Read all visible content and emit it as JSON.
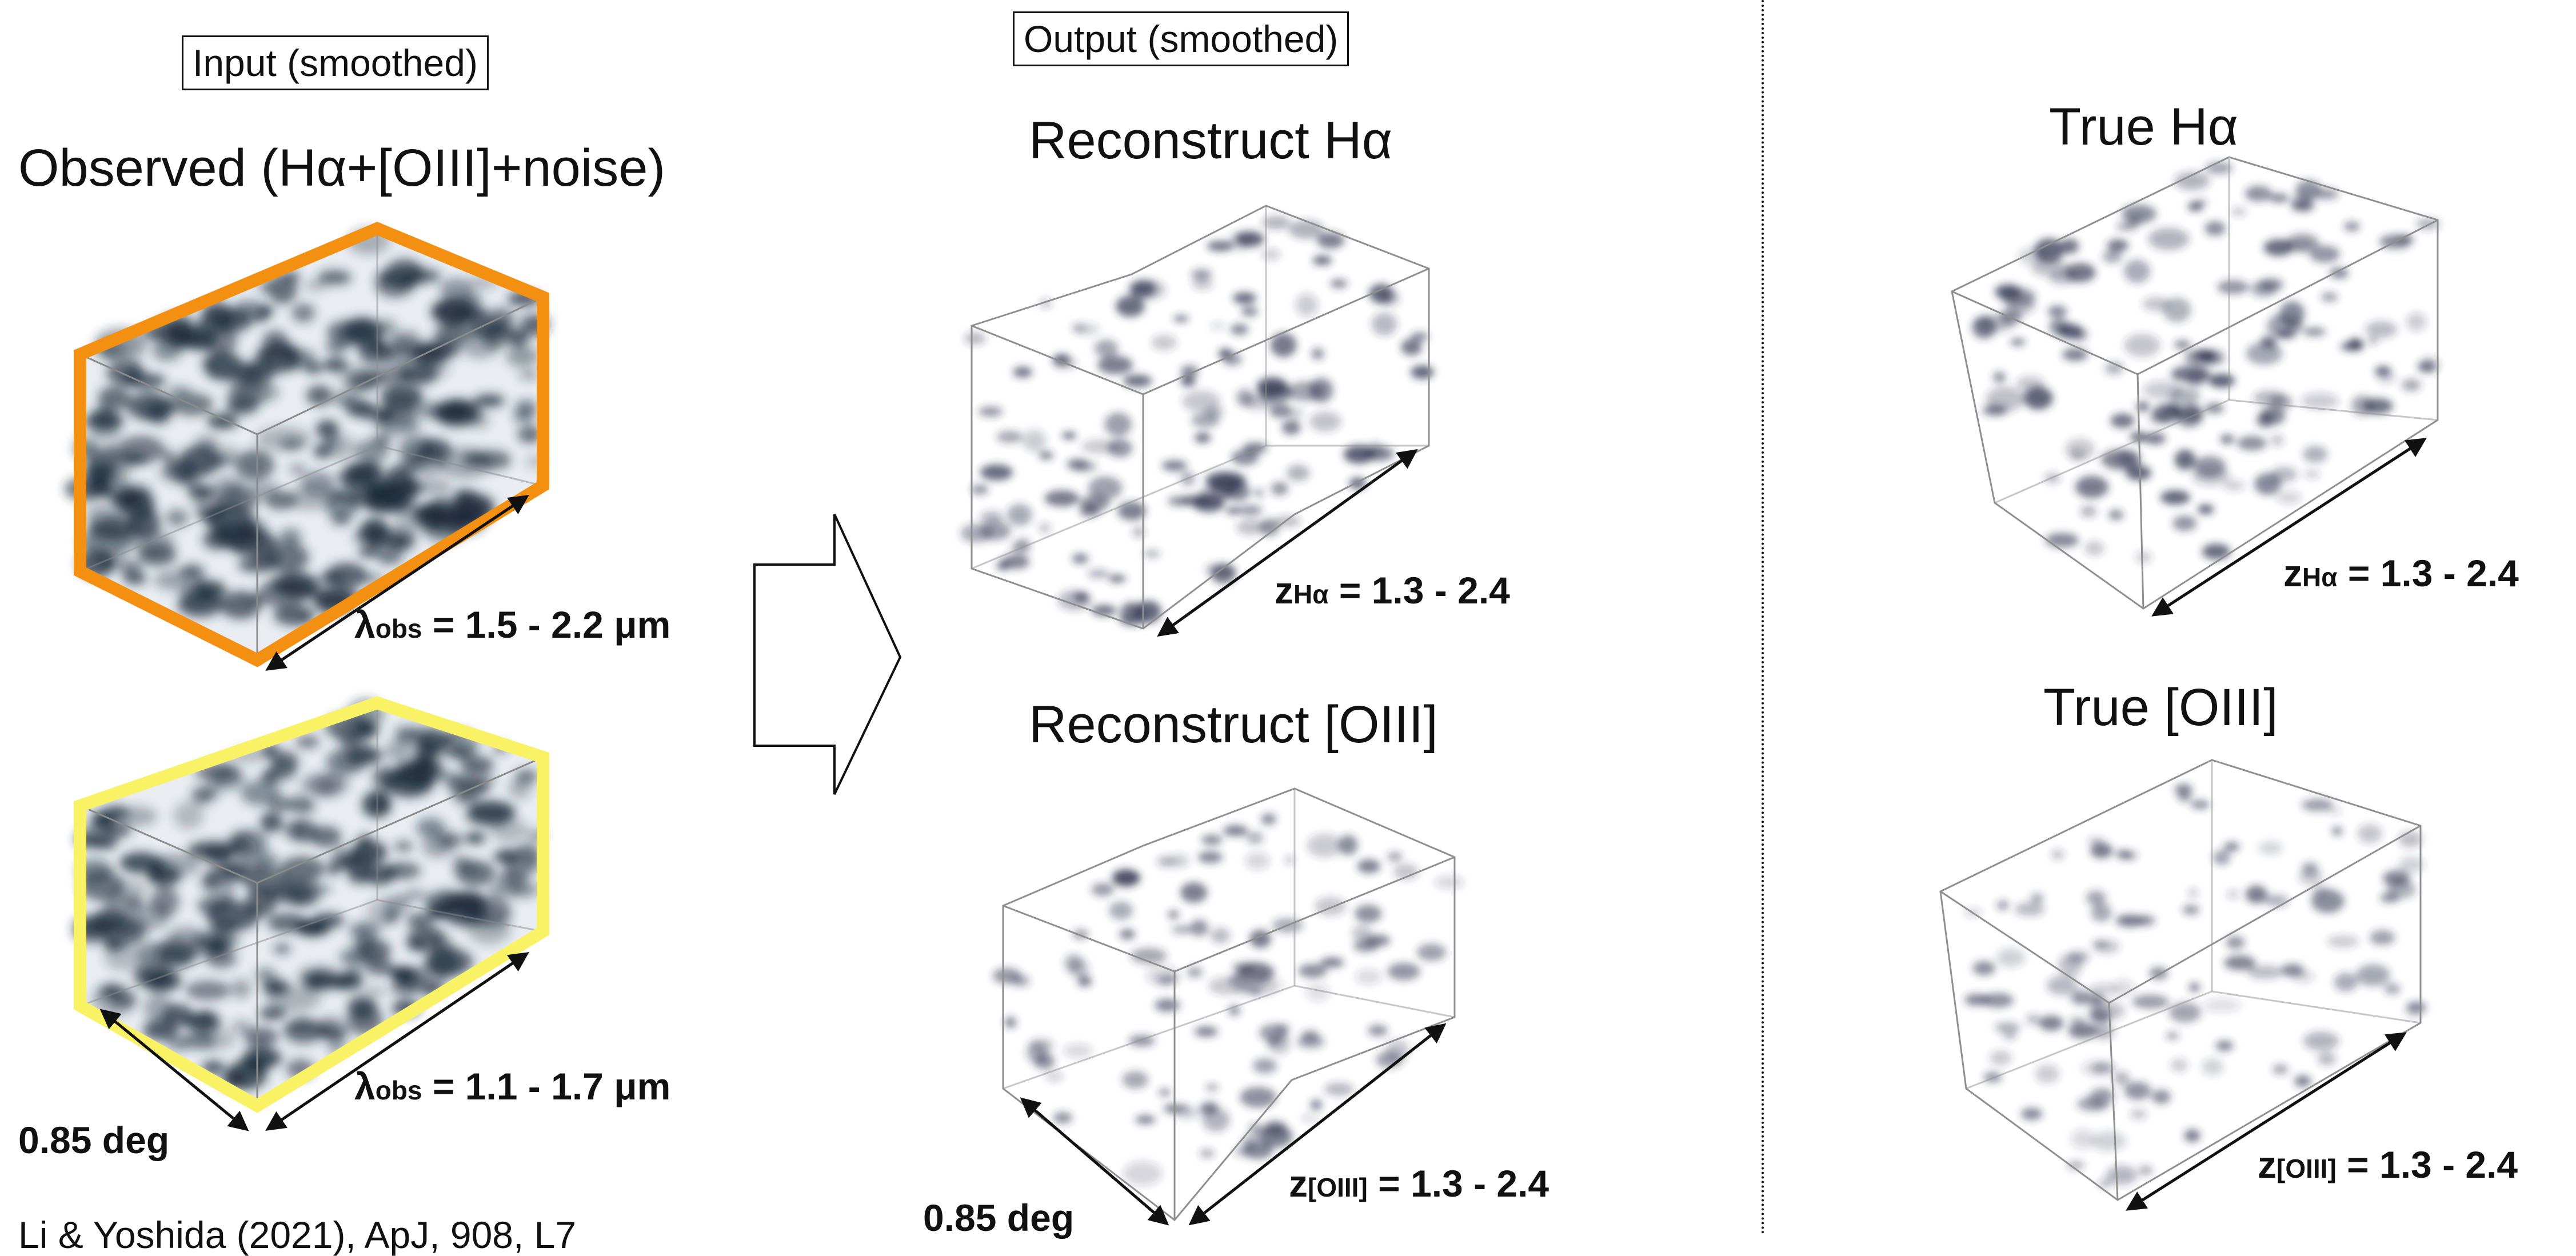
{
  "input": {
    "section_label": "Input (smoothed)",
    "title": "Observed (Hα+[OIII]+noise)",
    "cube_top_label_main": "λ",
    "cube_top_label_sub": "obs",
    "cube_top_label_range": " = 1.5 - 2.2 μm",
    "cube_bottom_label_main": "λ",
    "cube_bottom_label_sub": "obs",
    "cube_bottom_label_range": " = 1.1 - 1.7 μm",
    "width_label": "0.85 deg",
    "frame_colors": {
      "top": "#f39012",
      "bottom": "#f8f264"
    }
  },
  "output": {
    "section_label": "Output (smoothed)",
    "title_ha": "Reconstruct Hα",
    "title_oiii": "Reconstruct [OIII]",
    "ha_label_main": "z",
    "ha_label_sub": "Hα",
    "ha_label_range": " = 1.3 - 2.4",
    "oiii_label_main": "z",
    "oiii_label_sub": "[OIII]",
    "oiii_label_range": " = 1.3 - 2.4",
    "width_label": "0.85 deg"
  },
  "truth": {
    "title_ha": "True Hα",
    "title_oiii": "True [OIII]",
    "ha_label_main": "z",
    "ha_label_sub": "Hα",
    "ha_label_range": " = 1.3 - 2.4",
    "oiii_label_main": "z",
    "oiii_label_sub": "[OIII]",
    "oiii_label_range": " = 1.3 - 2.4"
  },
  "citation": "Li & Yoshida (2021), ApJ, 908, L7",
  "colors": {
    "blob_input": "#1b2a3a",
    "blob_output": "#2a2d4a",
    "cube_edge": "#8a8a8a"
  }
}
